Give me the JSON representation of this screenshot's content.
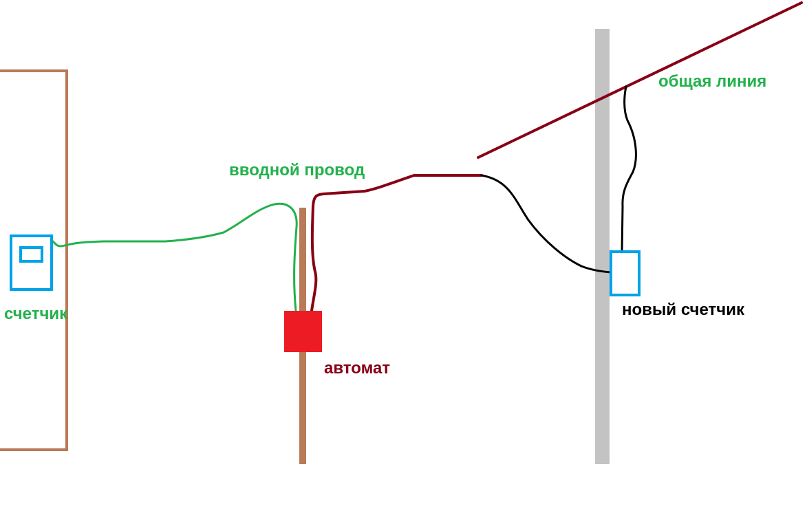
{
  "labels": {
    "meter": "счетчик",
    "input_wire": "вводной провод",
    "breaker": "автомат",
    "common_line": "общая линия",
    "new_meter": "новый счетчик"
  },
  "colors": {
    "house_wall": "#b97a57",
    "pole_wood": "#b97a57",
    "pole_gray": "#c3c3c3",
    "meter_outline": "#00a2e8",
    "green_wire": "#22b14c",
    "maroon_wire": "#880015",
    "black_wire": "#000000",
    "breaker_fill": "#ed1c24",
    "label_green": "#22b14c",
    "label_maroon": "#880015",
    "label_black": "#000000"
  },
  "icons": {
    "meter": "electric-meter-icon",
    "new_meter": "electric-meter-icon",
    "breaker": "circuit-breaker-icon"
  }
}
